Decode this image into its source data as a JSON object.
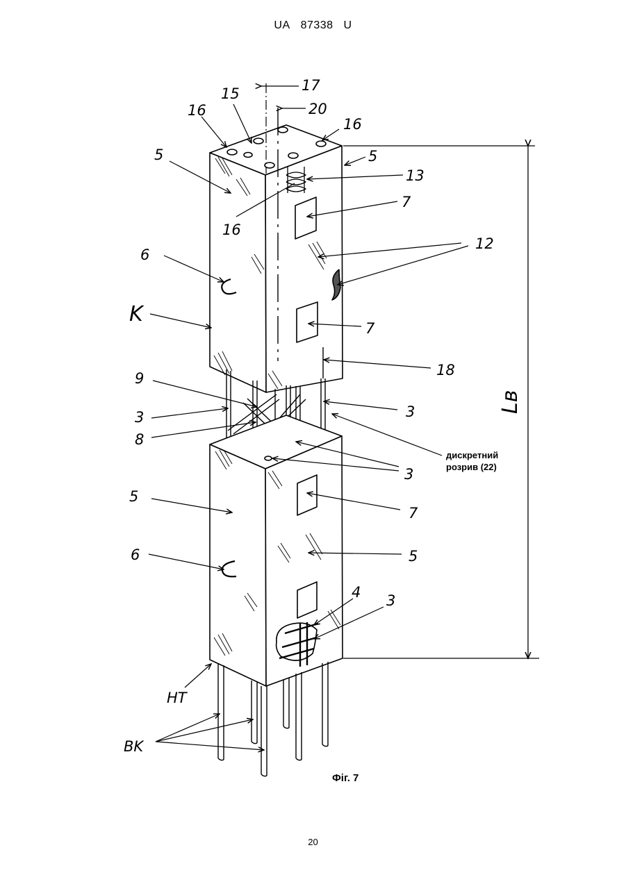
{
  "header": {
    "country": "UA",
    "number": "87338",
    "kind": "U"
  },
  "figure": {
    "caption": "Фіг. 7",
    "labels": {
      "l17": "17",
      "l15": "15",
      "l20": "20",
      "l16a": "16",
      "l16b": "16",
      "l16c": "16",
      "l5a": "5",
      "l5b": "5",
      "l13": "13",
      "l7a": "7",
      "l12": "12",
      "l6a": "6",
      "lK": "K",
      "l7b": "7",
      "l18": "18",
      "l9": "9",
      "l3a": "3",
      "l3b": "3",
      "l8": "8",
      "l3c": "3",
      "l5c": "5",
      "l7c": "7",
      "l6b": "6",
      "l5d": "5",
      "l4": "4",
      "l3d": "3",
      "lHT": "HT",
      "lBK": "BK",
      "lLB": "Lв",
      "discrete_line1": "дискретний",
      "discrete_line2": "розрив (22)"
    }
  },
  "footer": {
    "page_number": "20"
  }
}
